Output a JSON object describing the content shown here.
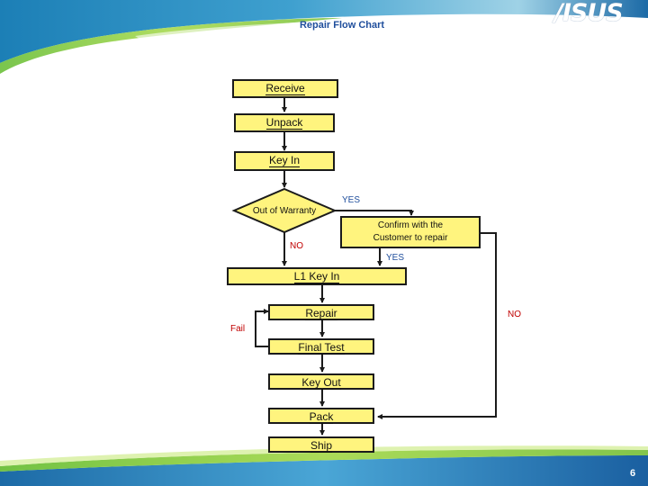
{
  "slide": {
    "title": "Repair Flow Chart",
    "logo": "/ISUS",
    "page_number": "6"
  },
  "flow": {
    "receive": "Receive",
    "unpack": "Unpack",
    "key_in": "Key In",
    "decision": "Out of Warranty",
    "confirm_line1": "Confirm with the",
    "confirm_line2": "Customer to repair",
    "l1_key_in": "L1 Key In",
    "repair": "Repair",
    "final_test": "Final Test",
    "key_out": "Key Out",
    "pack": "Pack",
    "ship": "Ship"
  },
  "edge_labels": {
    "yes_decision": "YES",
    "no_decision": "NO",
    "yes_confirm": "YES",
    "no_confirm": "NO",
    "fail": "Fail"
  },
  "colors": {
    "box_fill": "#fff47e",
    "border": "#1b1b1b",
    "title": "#1f4e9c",
    "yes_text": "#1f4e9c",
    "no_text": "#c00000"
  }
}
